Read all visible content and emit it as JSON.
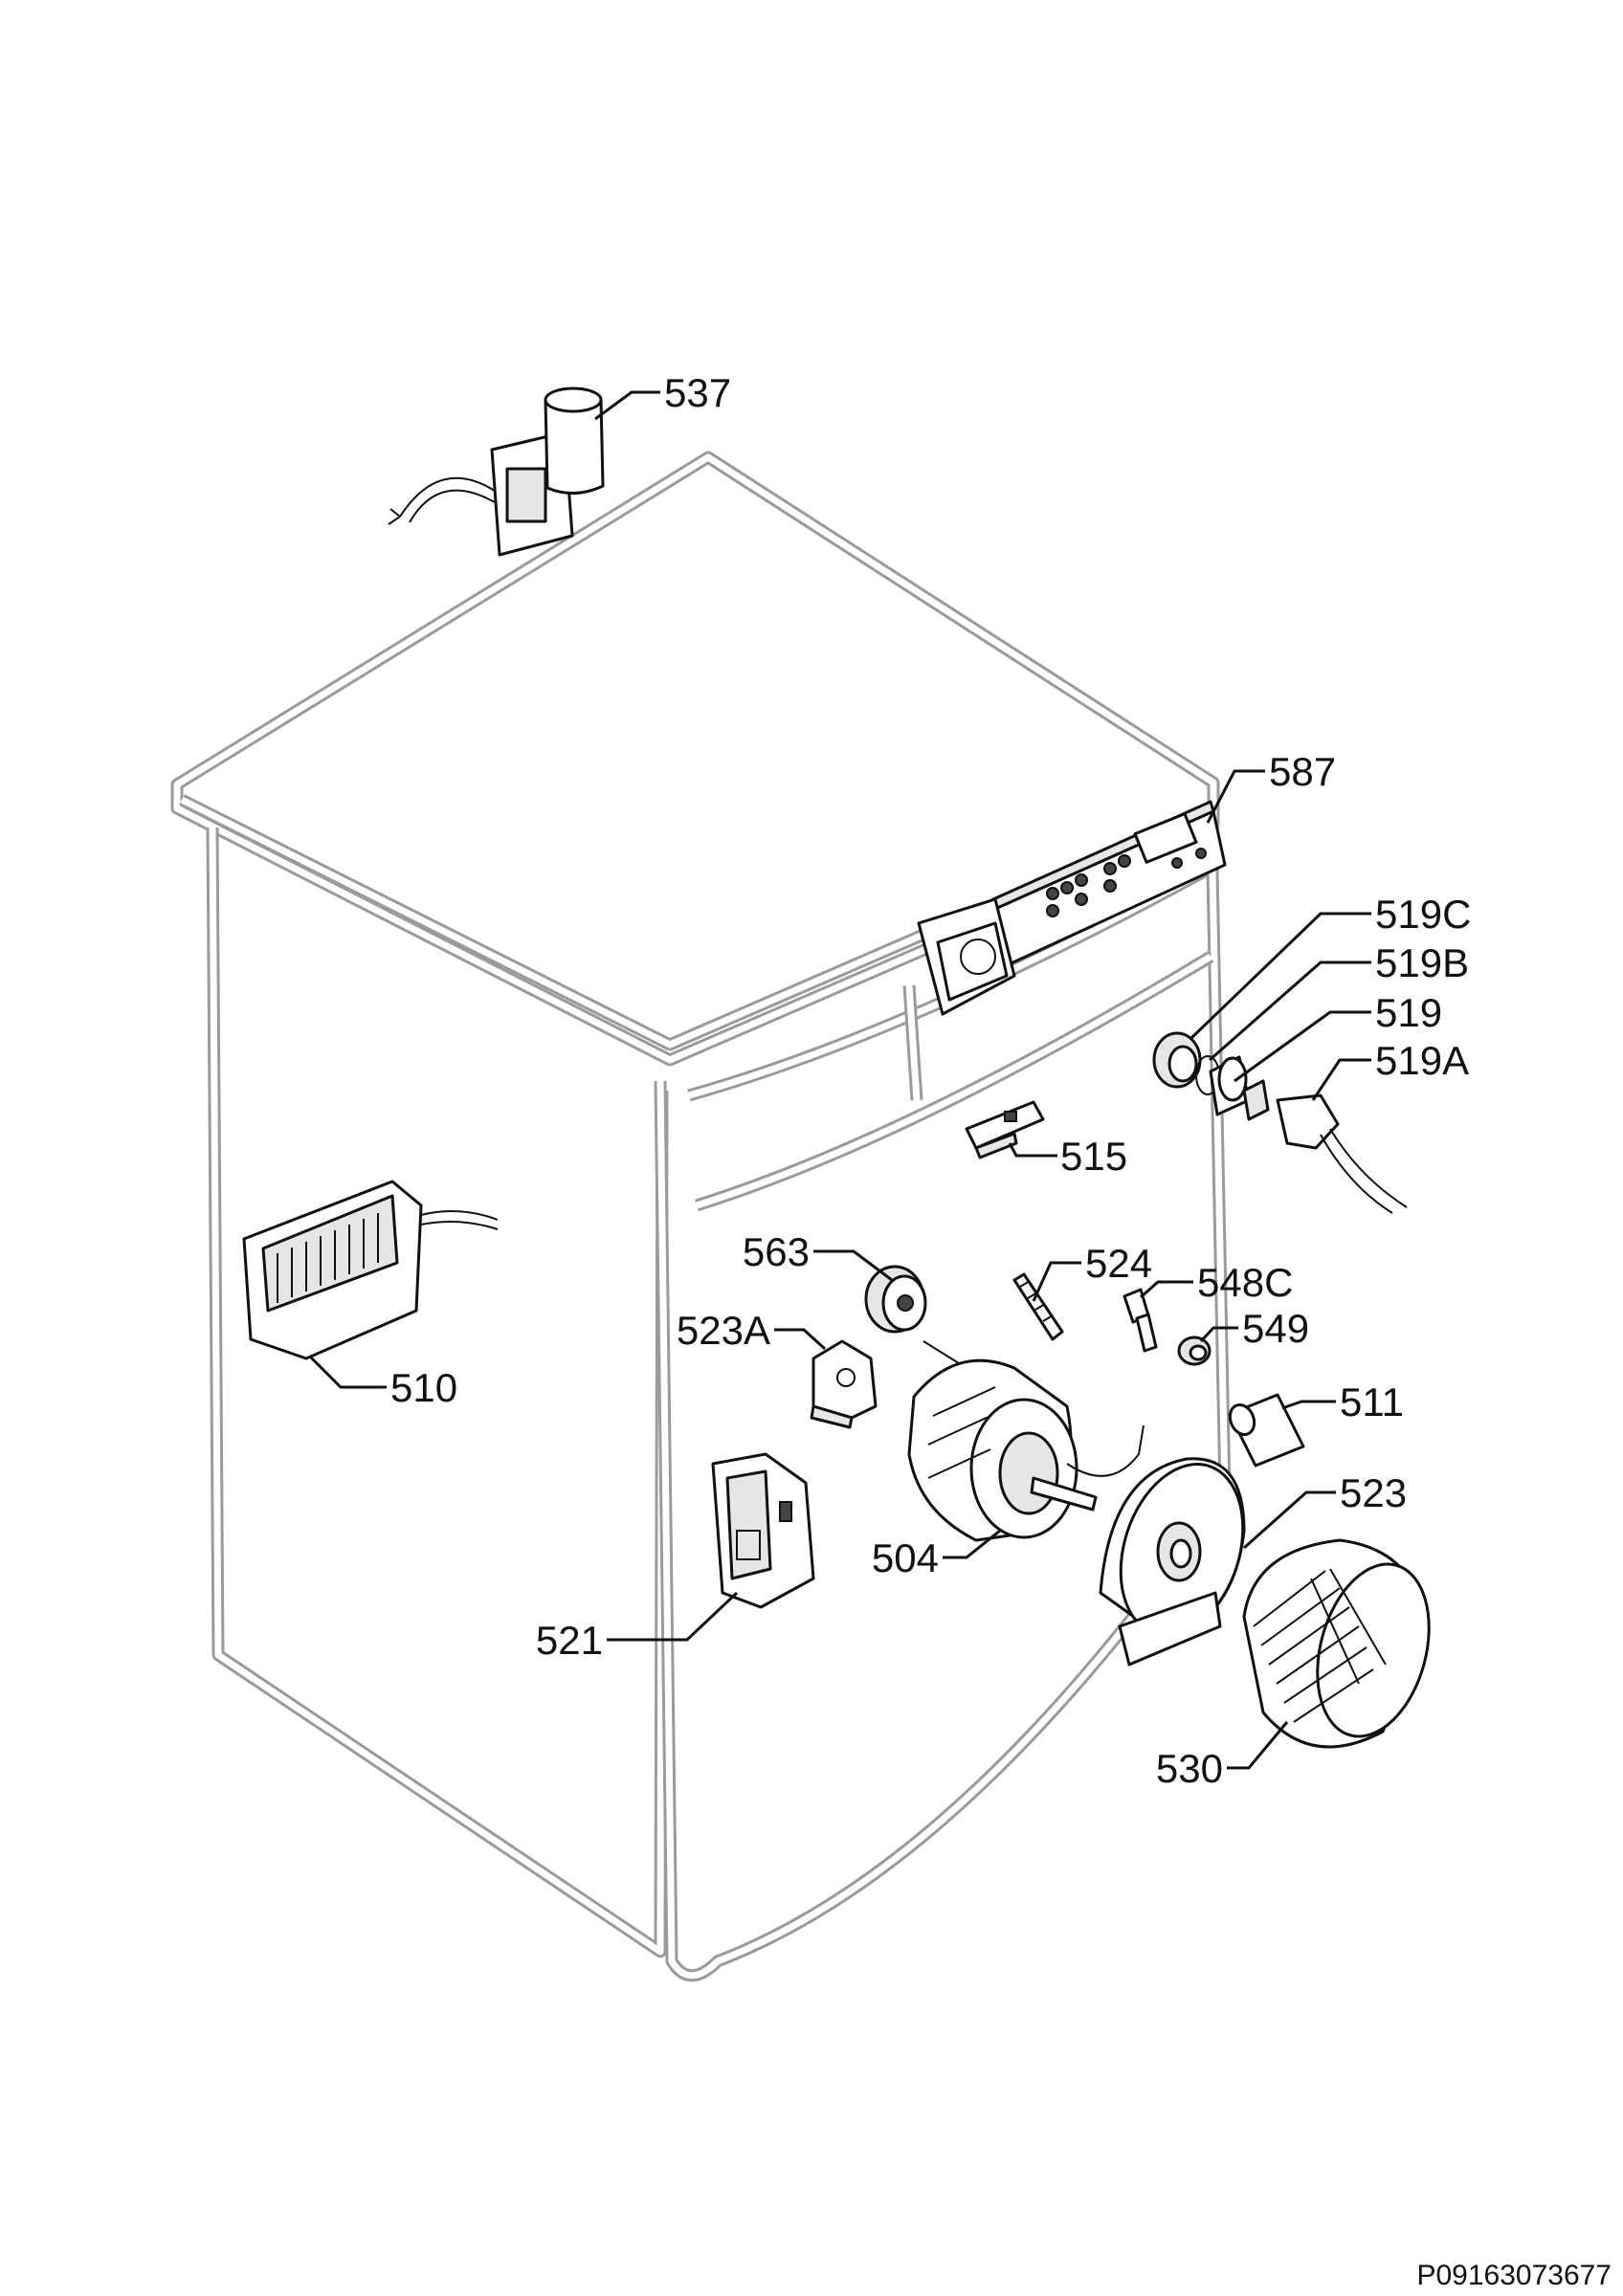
{
  "document_code": "P09163073677",
  "callouts": [
    {
      "id": "537",
      "text": "537"
    },
    {
      "id": "587",
      "text": "587"
    },
    {
      "id": "519C",
      "text": "519C"
    },
    {
      "id": "519B",
      "text": "519B"
    },
    {
      "id": "519",
      "text": "519"
    },
    {
      "id": "519A",
      "text": "519A"
    },
    {
      "id": "515",
      "text": "515"
    },
    {
      "id": "563",
      "text": "563"
    },
    {
      "id": "524",
      "text": "524"
    },
    {
      "id": "548C",
      "text": "548C"
    },
    {
      "id": "549",
      "text": "549"
    },
    {
      "id": "523A",
      "text": "523A"
    },
    {
      "id": "510",
      "text": "510"
    },
    {
      "id": "511",
      "text": "511"
    },
    {
      "id": "523",
      "text": "523"
    },
    {
      "id": "504",
      "text": "504"
    },
    {
      "id": "521",
      "text": "521"
    },
    {
      "id": "530",
      "text": "530"
    }
  ]
}
